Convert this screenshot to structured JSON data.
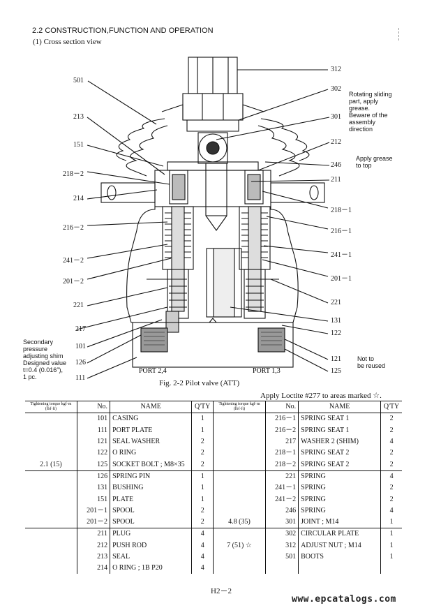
{
  "section": {
    "heading": "2.2 CONSTRUCTION,FUNCTION AND OPERATION",
    "subheading": "(1)  Cross section view"
  },
  "figure": {
    "caption": "Fig. 2-2   Pilot valve (ATT)",
    "ports": [
      "PORT 2,4",
      "PORT 1,3"
    ],
    "left_labels": [
      "501",
      "213",
      "151",
      "218－2",
      "214",
      "216－2",
      "241－2",
      "201－2",
      "221",
      "217",
      "101",
      "126",
      "111"
    ],
    "right_labels": [
      "312",
      "302",
      "301",
      "212",
      "246",
      "211",
      "218－1",
      "216－1",
      "241－1",
      "201－1",
      "221",
      "131",
      "122",
      "121",
      "125"
    ],
    "notes": {
      "rotating": "Rotating sliding part, apply grease. Beware of the assembly direction",
      "rotating_lines": [
        "Rotating sliding",
        "part, apply",
        "grease.",
        "Beware of the",
        "assembly",
        "direction"
      ],
      "grease_lines": [
        "Apply grease",
        "to top"
      ],
      "reuse_lines": [
        "Not to",
        "be reused"
      ],
      "shim_lines": [
        "Secondary",
        "pressure",
        "adjusting shim",
        "Designed value",
        "t=0.4 (0.016″),",
        "1 pc."
      ]
    }
  },
  "loctite_note": "Apply Loctite #277 to areas marked ☆.",
  "table": {
    "headers": {
      "torque": "Tightening torque kgf·m (lbf·ft)",
      "no": "No.",
      "name": "NAME",
      "qty": "Q'TY"
    },
    "left_groups": [
      {
        "torque": "2.1 (15)",
        "rows": [
          {
            "no": "101",
            "name": "CASING",
            "qty": "1"
          },
          {
            "no": "111",
            "name": "PORT PLATE",
            "qty": "1"
          },
          {
            "no": "121",
            "name": "SEAL WASHER",
            "qty": "2"
          },
          {
            "no": "122",
            "name": "O RING",
            "qty": "2"
          },
          {
            "no": "125",
            "name": "SOCKET BOLT ; M8×35",
            "qty": "2"
          }
        ]
      },
      {
        "torque": "",
        "rows": [
          {
            "no": "126",
            "name": "SPRING PIN",
            "qty": "1"
          },
          {
            "no": "131",
            "name": "BUSHING",
            "qty": "1"
          },
          {
            "no": "151",
            "name": "PLATE",
            "qty": "1"
          },
          {
            "no": "201－1",
            "name": "SPOOL",
            "qty": "2"
          },
          {
            "no": "201－2",
            "name": "SPOOL",
            "qty": "2"
          }
        ]
      },
      {
        "torque": "",
        "rows": [
          {
            "no": "211",
            "name": "PLUG",
            "qty": "4"
          },
          {
            "no": "212",
            "name": "PUSH ROD",
            "qty": "4"
          },
          {
            "no": "213",
            "name": "SEAL",
            "qty": "4"
          },
          {
            "no": "214",
            "name": "O RING ; 1B   P20",
            "qty": "4"
          }
        ]
      }
    ],
    "right_groups": [
      {
        "torque": "",
        "rows": [
          {
            "no": "216－1",
            "name": "SPRING SEAT 1",
            "qty": "2"
          },
          {
            "no": "216－2",
            "name": "SPRING SEAT 1",
            "qty": "2"
          },
          {
            "no": "217",
            "name": "WASHER 2 (SHIM)",
            "qty": "4"
          },
          {
            "no": "218－1",
            "name": "SPRING SEAT 2",
            "qty": "2"
          },
          {
            "no": "218－2",
            "name": "SPRING SEAT 2",
            "qty": "2"
          }
        ]
      },
      {
        "torque": "4.8 (35)",
        "rows": [
          {
            "no": "221",
            "name": "SPRING",
            "qty": "4"
          },
          {
            "no": "241－1",
            "name": "SPRING",
            "qty": "2"
          },
          {
            "no": "241－2",
            "name": "SPRING",
            "qty": "2"
          },
          {
            "no": "246",
            "name": "SPRING",
            "qty": "4"
          },
          {
            "no": "301",
            "name": "JOINT ; M14",
            "qty": "1"
          }
        ]
      },
      {
        "torque": "7 (51) ☆",
        "rows": [
          {
            "no": "302",
            "name": "CIRCULAR PLATE",
            "qty": "1"
          },
          {
            "no": "312",
            "name": "ADJUST NUT ; M14",
            "qty": "1"
          },
          {
            "no": "501",
            "name": "BOOTS",
            "qty": "1"
          },
          {
            "no": "",
            "name": "",
            "qty": ""
          }
        ]
      }
    ]
  },
  "page_number": "H2－2",
  "watermark": "www.epcatalogs.com"
}
